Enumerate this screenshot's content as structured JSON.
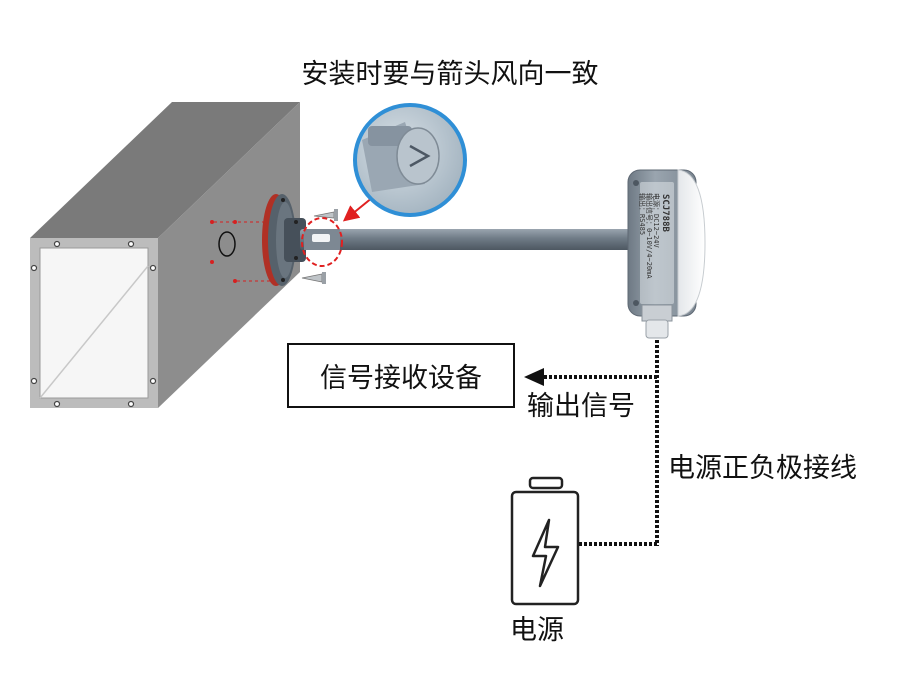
{
  "diagram": {
    "title": "安装时要与箭头风向一致",
    "receiver_label": "信号接收设备",
    "output_signal_label": "输出信号",
    "power_wire_label": "电源正负极接线",
    "power_label": "电源",
    "sensor_model": "SCJ788B",
    "sensor_spec_lines": [
      "电源：DC12~24V",
      "输出信号：0~10V/4~20mA",
      "输出：RS485"
    ],
    "colors": {
      "duct_face": "#8f8f8f",
      "duct_side": "#a9a9a9",
      "duct_dark": "#6e6e6e",
      "flange": "#5b6670",
      "flange_seal": "#c0392b",
      "probe": "#6f7b86",
      "housing": "#8a959f",
      "callout": "#e02020",
      "wire": "#111111"
    }
  }
}
